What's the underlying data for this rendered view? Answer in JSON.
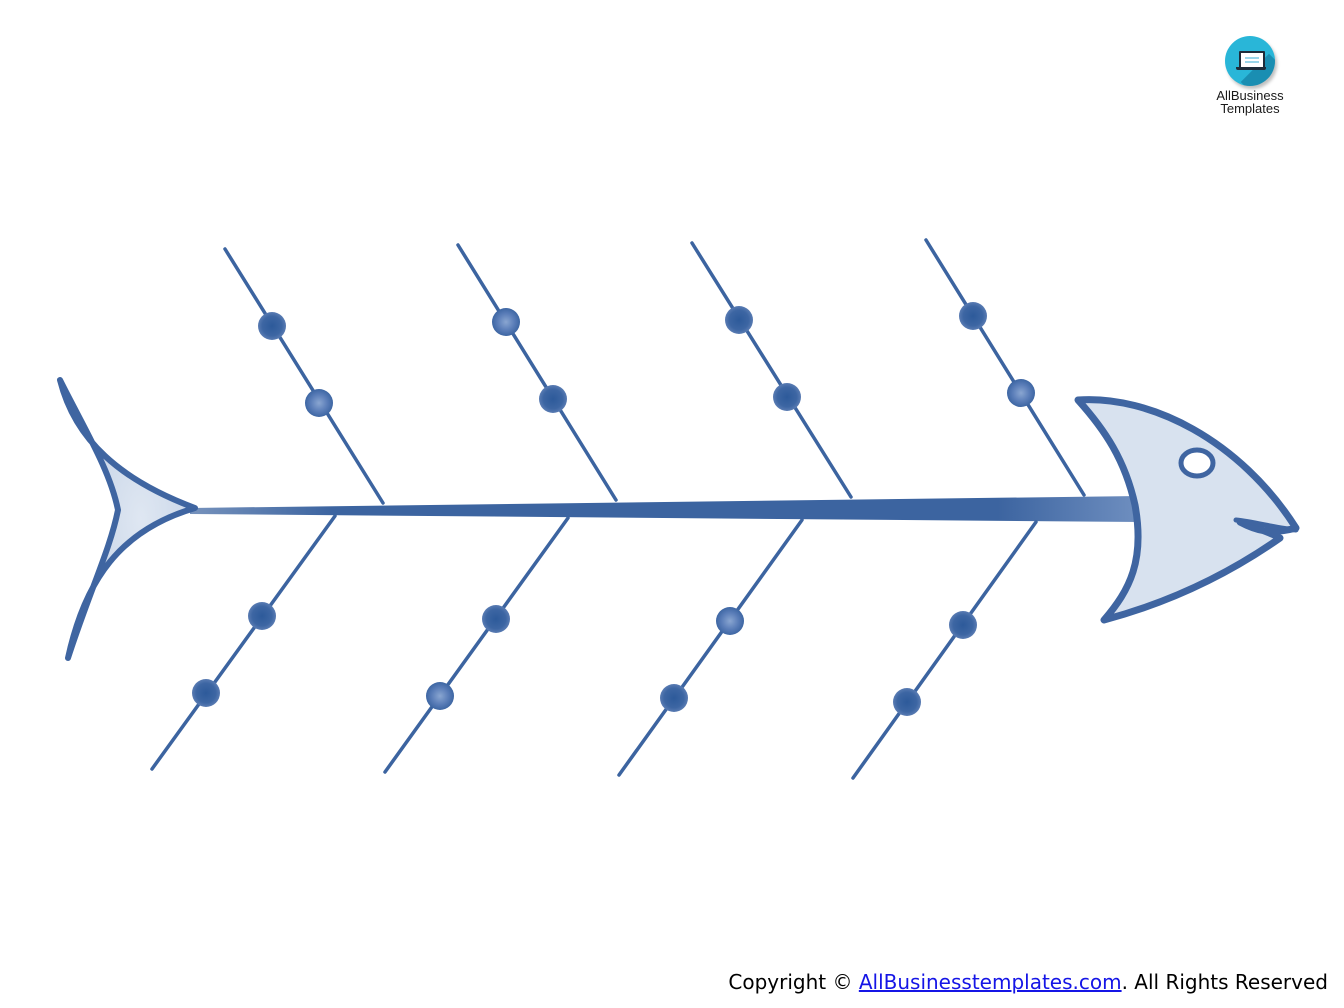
{
  "logo": {
    "name_line1": "AllBusiness",
    "name_line2": "Templates"
  },
  "footer": {
    "prefix": "Copyright ©",
    "link_text": "AllBusinesstemplates.com",
    "suffix": ". All Rights Reserved"
  },
  "colors": {
    "bone": "#3c64a0",
    "node": "#3d66a3",
    "node_light": "#6e8fc2",
    "fill": "#d8e2ef",
    "outline": "#3f65a1",
    "link": "#1515e6"
  },
  "diagram": {
    "type": "fishbone",
    "top_branches": 4,
    "bottom_branches": 4,
    "nodes_per_branch": 2
  }
}
